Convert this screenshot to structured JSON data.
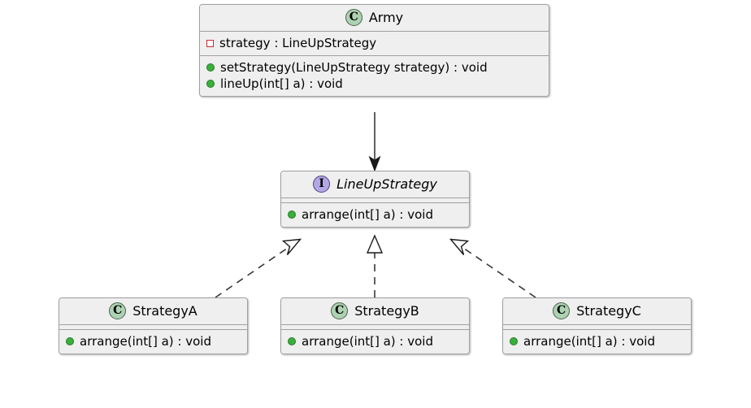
{
  "diagram": {
    "kind": "uml-class-diagram",
    "background_color": "#ffffff",
    "node_fill": "#efefef",
    "node_border": "#a0a0a0",
    "class_icon_color": "#ADD1B2",
    "interface_icon_color": "#B4A7E5",
    "private_marker_color": "#C82930",
    "public_marker_color": "#38B03A",
    "line_color": "#383838"
  },
  "nodes": {
    "army": {
      "name": "Army",
      "stereotype_letter": "C",
      "stereotype_kind": "class",
      "attributes": [
        {
          "visibility": "private",
          "text": "strategy : LineUpStrategy"
        }
      ],
      "methods": [
        {
          "visibility": "public",
          "text": "setStrategy(LineUpStrategy strategy) : void"
        },
        {
          "visibility": "public",
          "text": "lineUp(int[] a) : void"
        }
      ]
    },
    "lineupstrategy": {
      "name": "LineUpStrategy",
      "stereotype_letter": "I",
      "stereotype_kind": "interface",
      "attributes": [],
      "methods": [
        {
          "visibility": "public",
          "text": "arrange(int[] a) : void"
        }
      ]
    },
    "strategya": {
      "name": "StrategyA",
      "stereotype_letter": "C",
      "stereotype_kind": "class",
      "attributes": [],
      "methods": [
        {
          "visibility": "public",
          "text": "arrange(int[] a) : void"
        }
      ]
    },
    "strategyb": {
      "name": "StrategyB",
      "stereotype_letter": "C",
      "stereotype_kind": "class",
      "attributes": [],
      "methods": [
        {
          "visibility": "public",
          "text": "arrange(int[] a) : void"
        }
      ]
    },
    "strategyc": {
      "name": "StrategyC",
      "stereotype_letter": "C",
      "stereotype_kind": "class",
      "attributes": [],
      "methods": [
        {
          "visibility": "public",
          "text": "arrange(int[] a) : void"
        }
      ]
    }
  },
  "edges": [
    {
      "from": "Army",
      "to": "LineUpStrategy",
      "type": "association",
      "line": "solid",
      "arrowhead": "filled-arrow"
    },
    {
      "from": "StrategyA",
      "to": "LineUpStrategy",
      "type": "realization",
      "line": "dashed",
      "arrowhead": "hollow-triangle"
    },
    {
      "from": "StrategyB",
      "to": "LineUpStrategy",
      "type": "realization",
      "line": "dashed",
      "arrowhead": "hollow-triangle"
    },
    {
      "from": "StrategyC",
      "to": "LineUpStrategy",
      "type": "realization",
      "line": "dashed",
      "arrowhead": "hollow-triangle"
    }
  ]
}
